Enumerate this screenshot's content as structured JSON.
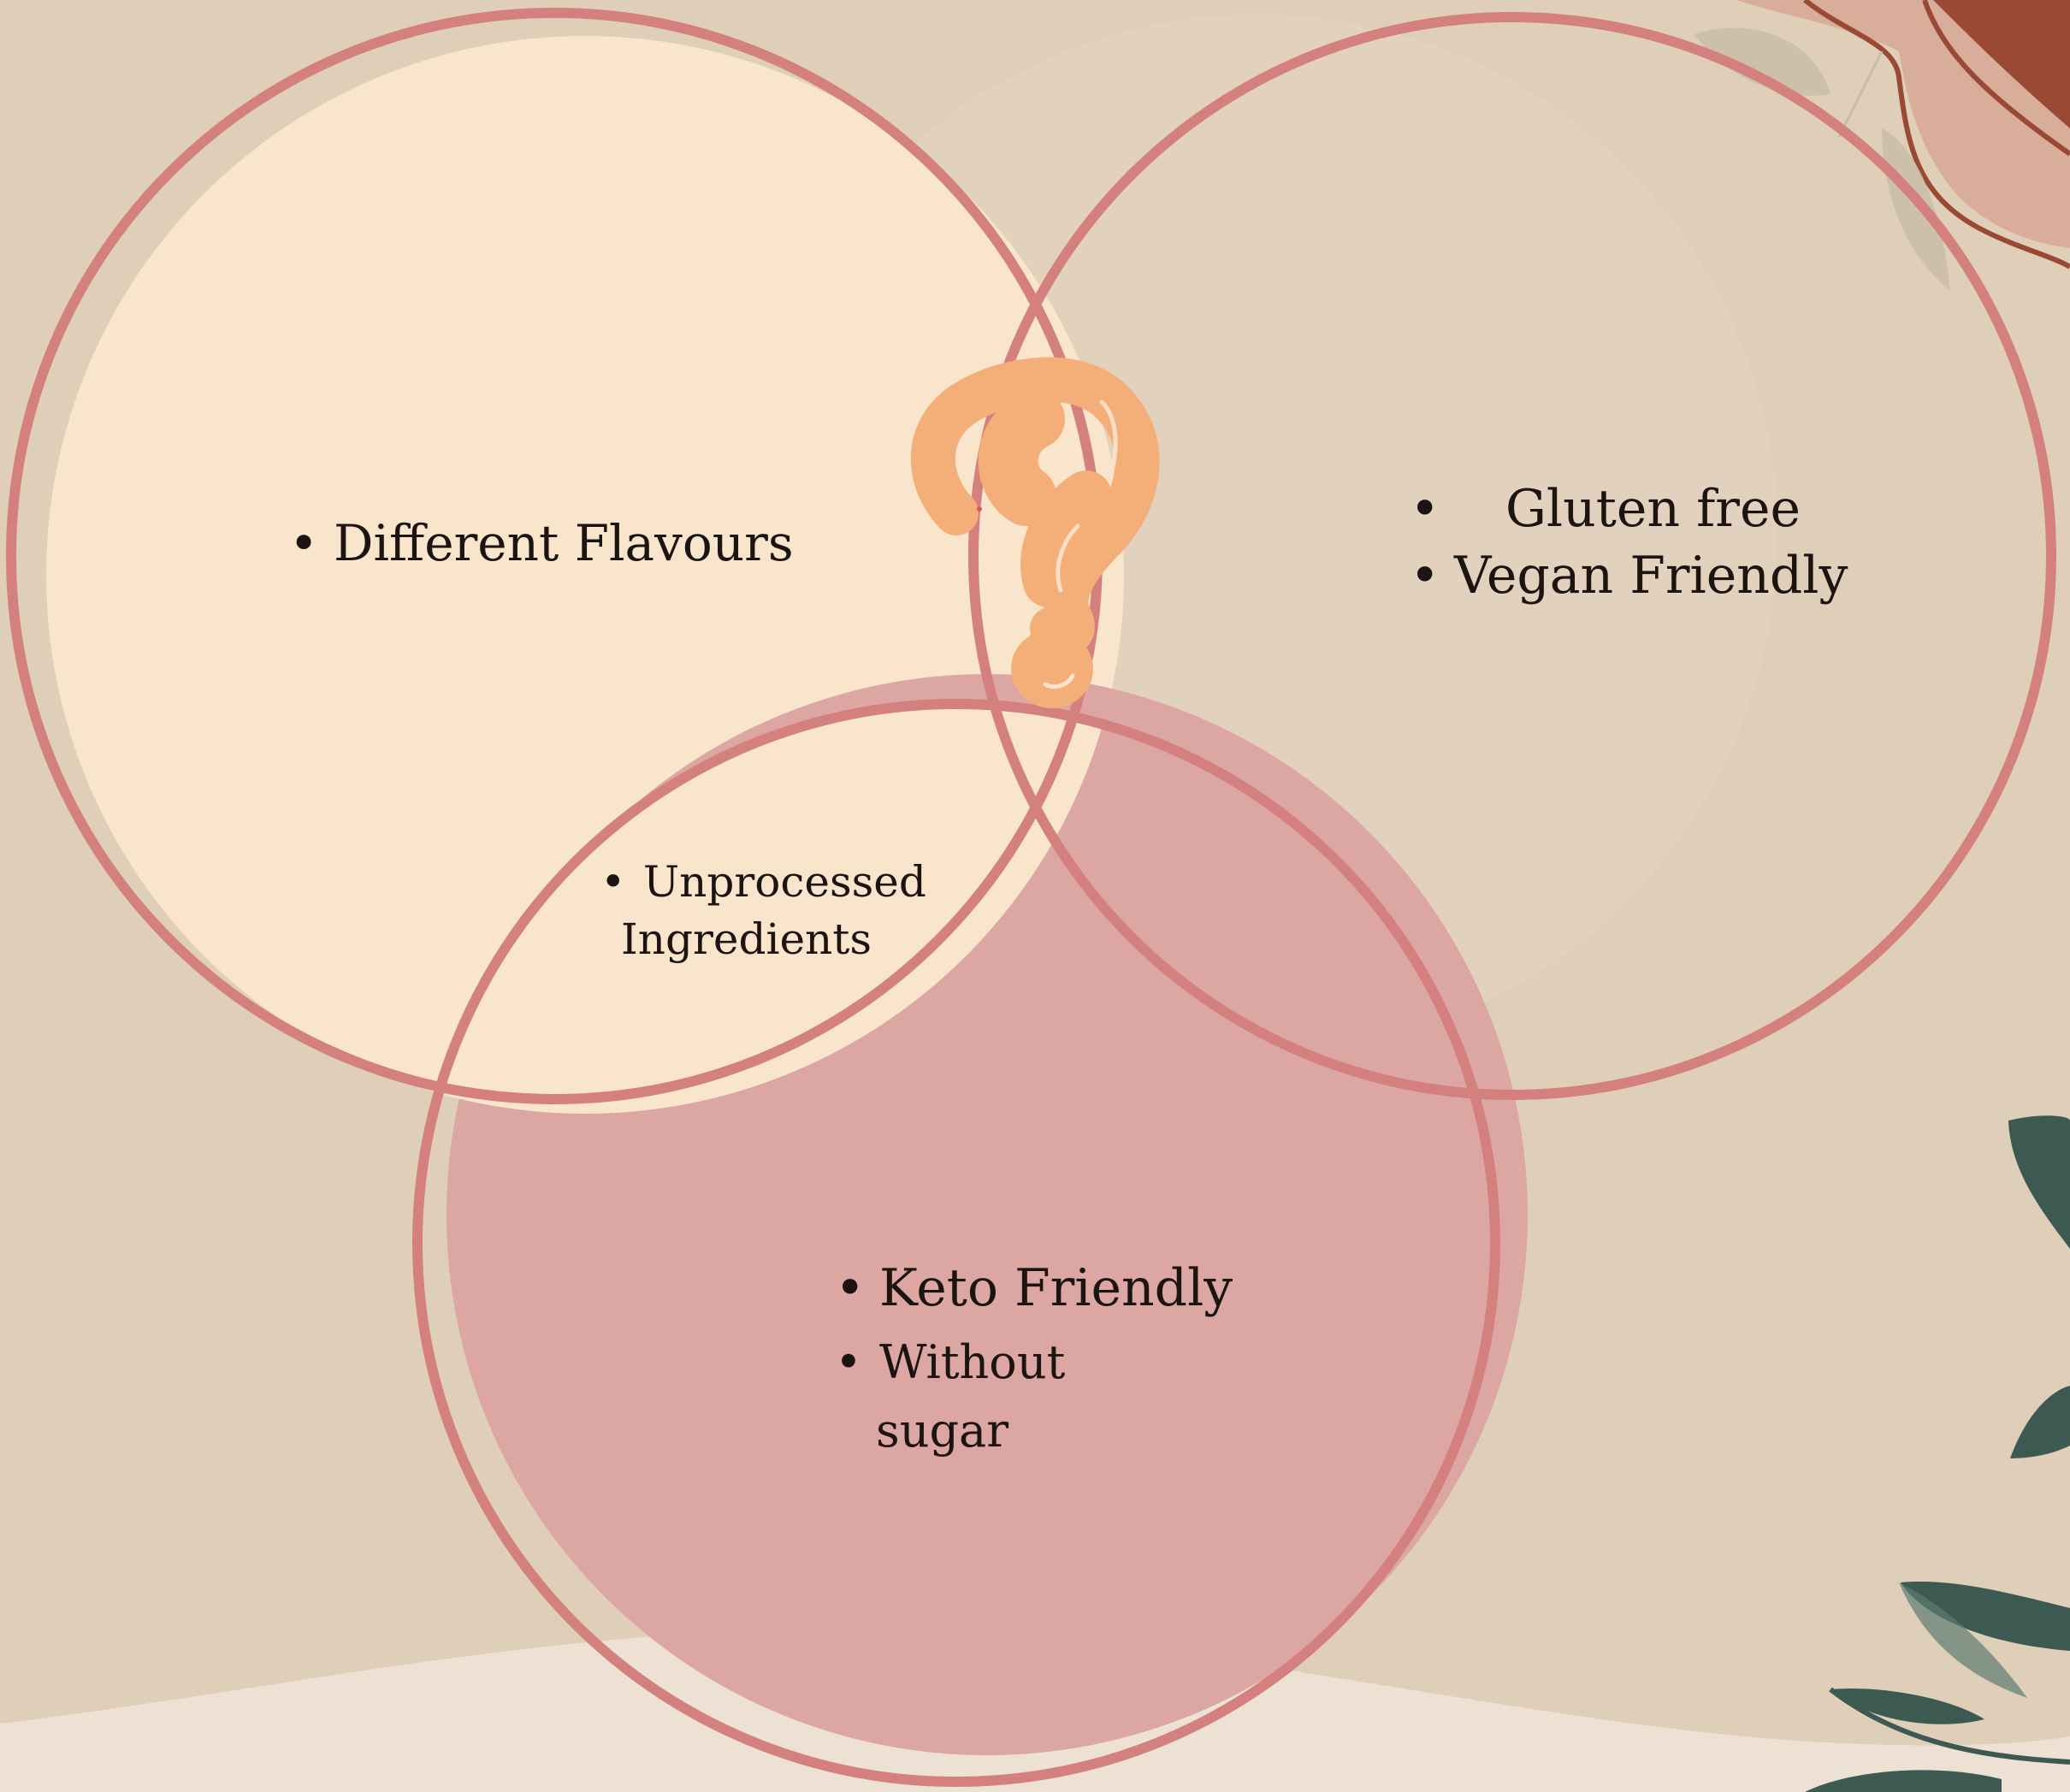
{
  "colors": {
    "background": "#dfcfb9",
    "circle_outline": "#d4807e",
    "left_circle_fill": "#f8e5cc",
    "right_circle_fill": "#e2d1bc",
    "bottom_circle_fill": "#dca6a2",
    "question_mark": "#f4ae77",
    "leaf_dark": "#3d5a52",
    "branch_rust": "#9a4a34"
  },
  "icons": {
    "question_mark": "question-mark-icon",
    "leaves": "leaf-branch-decoration"
  },
  "diagram": {
    "type": "venn",
    "sets": [
      {
        "id": "left",
        "items": [
          "Different Flavours"
        ]
      },
      {
        "id": "right",
        "items": [
          "Gluten free",
          "Vegan Friendly"
        ]
      },
      {
        "id": "bottom",
        "items": [
          "Keto Friendly",
          "Without sugar"
        ]
      }
    ],
    "overlap_left_bottom": {
      "items": [
        "Unprocessed Ingredients"
      ]
    }
  },
  "text": {
    "left_item_1": "Different Flavours",
    "right_item_1": "Gluten free",
    "right_item_2": "Vegan Friendly",
    "center_item_line1": "Unprocessed",
    "center_item_line2": "Ingredients",
    "bottom_item_1": "Keto Friendly",
    "bottom_item_2_line1": "Without",
    "bottom_item_2_line2": "sugar"
  }
}
